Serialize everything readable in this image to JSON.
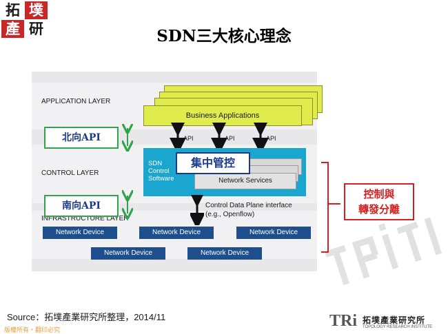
{
  "logo": {
    "chars": [
      "拓",
      "墣",
      "產",
      "研"
    ]
  },
  "slide": {
    "title": "SDN三大核心理念"
  },
  "layers": {
    "application": "APPLICATION LAYER",
    "control": "CONTROL LAYER",
    "infrastructure": "INFRASTRUCTURE LAYER"
  },
  "application_box": "Business Applications",
  "api_labels": [
    "API",
    "API",
    "API"
  ],
  "sdn_control": {
    "lines": [
      "SDN",
      "Control",
      "Software"
    ]
  },
  "network_services": "Network Services",
  "centralized_tag": "集中管控",
  "northbound_tag": "北向API",
  "southbound_tag": "南向API",
  "cdp_interface": {
    "line1": "Control Data Plane interface",
    "line2": "(e.g., Openflow)"
  },
  "network_devices": [
    "Network Device",
    "Network Device",
    "Network Device",
    "Network Device",
    "Network Device"
  ],
  "separation_tag": {
    "line1": "控制與",
    "line2": "轉發分離"
  },
  "source": "Source：拓墣產業研究所整理，2014/11",
  "copyright": "版權所有‧翻印必究",
  "footer_logo": {
    "tri": "TRi",
    "name_cn": "拓墣產業研究所",
    "name_en": "TOPOLOGY RESEARCH INSTITUTE"
  },
  "colors": {
    "title": "#000000",
    "lime": "#e0eb4c",
    "cyan": "#1ba6cf",
    "navy": "#1f4e8c",
    "green": "#2fa44a",
    "red": "#d52020",
    "tag_text": "#1a3b8c"
  }
}
